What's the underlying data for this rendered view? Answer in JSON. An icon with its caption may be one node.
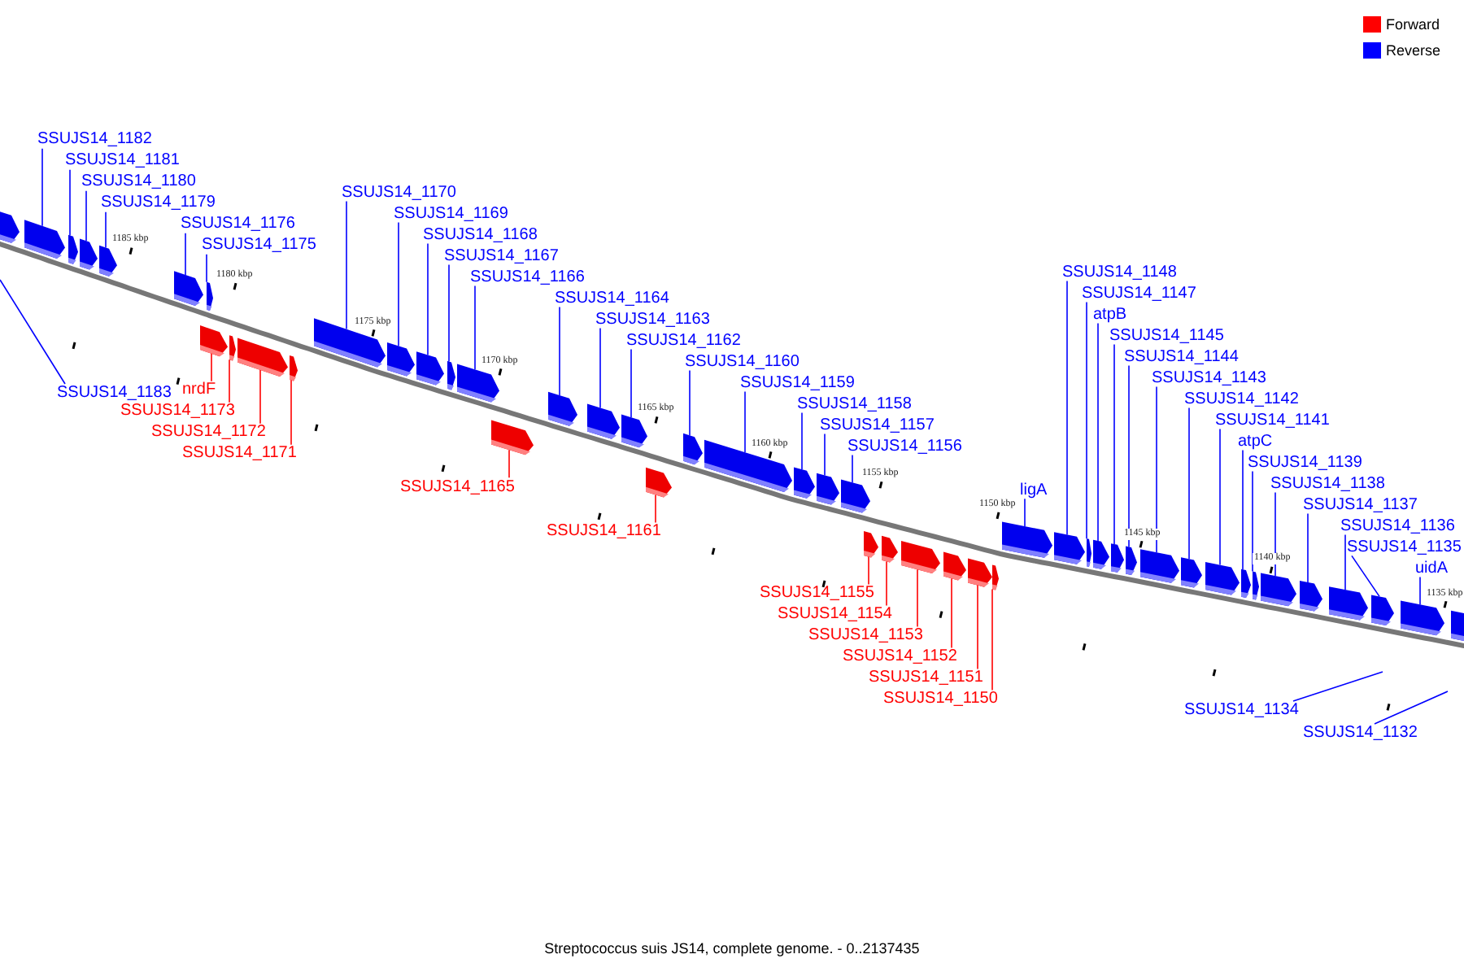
{
  "diagram": {
    "caption": "Streptococcus suis JS14, complete genome. - 0..2137435",
    "nodes": [
      {
        "text": [
          "SSUJS14_1182"
        ]
      },
      {
        "text": [
          "SSUJS14_1181"
        ]
      },
      {
        "text": [
          "SSUJS14_1180"
        ]
      },
      {
        "text": [
          "SSUJS14_1179"
        ]
      },
      {
        "text": [
          "SSUJS14_1176"
        ]
      },
      {
        "text": [
          "SSUJS14_1175"
        ]
      },
      {
        "text": [
          "SSUJS14_1168"
        ]
      },
      {
        "text": [
          "SSUJS14_1167"
        ]
      },
      {
        "text": [
          "SSUJS14_1166"
        ]
      },
      {
        "text": [
          "SSUJS14_1170"
        ]
      },
      {
        "text": [
          "SSUJS14_1169"
        ]
      },
      {
        "text": [
          "SSUJS14_1163"
        ]
      },
      {
        "text": [
          "SSUJS14_1162"
        ]
      },
      {
        "text": [
          "SSUJS14_1164"
        ]
      },
      {
        "text": [
          "SSUJS14_1160"
        ]
      },
      {
        "text": [
          "SSUJS14_1159"
        ]
      },
      {
        "text": [
          "SSUJS14_1158"
        ]
      },
      {
        "text": [
          "SSUJS14_1157"
        ]
      },
      {
        "text": [
          "SSUJS14_1156"
        ]
      },
      {
        "text": [
          "ligA"
        ]
      },
      {
        "text": [
          "SSUJS14_1148"
        ]
      },
      {
        "text": [
          "SSUJS14_1147"
        ]
      },
      {
        "text": [
          "atpB"
        ]
      },
      {
        "text": [
          "SSUJS14_1145"
        ]
      },
      {
        "text": [
          "SSUJS14_1144"
        ]
      },
      {
        "text": [
          "SSUJS14_1143"
        ]
      },
      {
        "text": [
          "SSUJS14_1142"
        ]
      },
      {
        "text": [
          "SSUJS14_1141"
        ]
      },
      {
        "text": [
          "atpC"
        ]
      },
      {
        "text": [
          "SSUJS14_1139"
        ]
      },
      {
        "text": [
          "SSUJS14_1138"
        ]
      },
      {
        "text": [
          "SSUJS14_1137"
        ]
      },
      {
        "text": [
          "SSUJS14_1136"
        ]
      },
      {
        "text": [
          "SSUJS14_1135"
        ]
      },
      {
        "text": [
          "uidA"
        ]
      },
      {
        "text": [
          "SSUJS14_1183"
        ]
      },
      {
        "text": [
          "SSUJS14_1134"
        ]
      },
      {
        "text": [
          "SSUJS14_1132"
        ]
      },
      {
        "text": [
          "nrdF"
        ]
      },
      {
        "text": [
          "SSUJS14_1173"
        ]
      },
      {
        "text": [
          "SSUJS14_1172"
        ]
      },
      {
        "text": [
          "SSUJS14_1171"
        ]
      },
      {
        "text": [
          "SSUJS14_1165"
        ]
      },
      {
        "text": [
          "SSUJS14_1161"
        ]
      },
      {
        "text": [
          "SSUJS14_1155"
        ]
      },
      {
        "text": [
          "SSUJS14_1154"
        ]
      },
      {
        "text": [
          "SSUJS14_1153"
        ]
      },
      {
        "text": [
          "SSUJS14_1152"
        ]
      },
      {
        "text": [
          "SSUJS14_1151"
        ]
      },
      {
        "text": [
          "SSUJS14_1150"
        ]
      },
      {
        "text": [],
        "shape": "box"
      },
      {
        "text": [],
        "shape": "box"
      },
      {
        "text": [],
        "shape": "box"
      },
      {
        "text": [],
        "shape": "box"
      },
      {
        "text": [],
        "shape": "box"
      },
      {
        "text": [],
        "shape": "box"
      },
      {
        "text": [],
        "shape": "box"
      },
      {
        "text": [],
        "shape": "box"
      },
      {
        "text": [],
        "shape": "box"
      },
      {
        "text": [],
        "shape": "box"
      },
      {
        "text": [],
        "shape": "box"
      },
      {
        "text": [],
        "shape": "box"
      },
      {
        "text": [],
        "shape": "box"
      },
      {
        "text": [],
        "shape": "box"
      },
      {
        "text": [],
        "shape": "box"
      },
      {
        "text": [],
        "shape": "box"
      },
      {
        "text": [],
        "shape": "box"
      },
      {
        "text": [],
        "shape": "box"
      },
      {
        "text": [],
        "shape": "box"
      },
      {
        "text": [],
        "shape": "box"
      },
      {
        "text": [],
        "shape": "box"
      },
      {
        "text": [],
        "shape": "box"
      },
      {
        "text": [],
        "shape": "box"
      },
      {
        "text": [],
        "shape": "box"
      },
      {
        "text": [],
        "shape": "box"
      },
      {
        "text": [],
        "shape": "box"
      },
      {
        "text": [],
        "shape": "box"
      },
      {
        "text": [],
        "shape": "box"
      },
      {
        "text": [],
        "shape": "box"
      },
      {
        "text": [],
        "shape": "box"
      },
      {
        "text": [],
        "shape": "box"
      },
      {
        "text": [],
        "shape": "box"
      },
      {
        "text": [],
        "shape": "box"
      },
      {
        "text": [],
        "shape": "box"
      },
      {
        "text": [],
        "shape": "box"
      },
      {
        "text": [],
        "shape": "box"
      },
      {
        "text": [],
        "shape": "box"
      },
      {
        "text": [],
        "shape": "box"
      },
      {
        "text": [],
        "shape": "box"
      },
      {
        "text": [],
        "shape": "box"
      },
      {
        "text": [],
        "shape": "box"
      },
      {
        "text": [],
        "shape": "box"
      },
      {
        "text": [],
        "shape": "box"
      },
      {
        "text": [],
        "shape": "box"
      },
      {
        "text": [],
        "shape": "box"
      },
      {
        "text": [],
        "shape": "box"
      },
      {
        "text": [],
        "shape": "box"
      },
      {
        "text": [],
        "shape": "box"
      },
      {
        "text": [],
        "shape": "box"
      }
    ],
    "edges": [
      {
        "from": 0,
        "to": 51,
        "arrow": "none"
      },
      {
        "from": 1,
        "to": 52,
        "arrow": "none"
      },
      {
        "from": 2,
        "to": 53,
        "arrow": "none"
      },
      {
        "from": 3,
        "to": 54,
        "arrow": "none"
      },
      {
        "from": 4,
        "to": 55,
        "arrow": "none"
      },
      {
        "from": 5,
        "to": 57,
        "arrow": "none"
      },
      {
        "from": 6,
        "to": 63,
        "arrow": "none"
      },
      {
        "from": 7,
        "to": 64,
        "arrow": "none"
      },
      {
        "from": 8,
        "to": 65,
        "arrow": "none"
      },
      {
        "from": 9,
        "to": 61,
        "arrow": "none"
      },
      {
        "from": 10,
        "to": 62,
        "arrow": "none"
      },
      {
        "from": 11,
        "to": 68,
        "arrow": "none"
      },
      {
        "from": 12,
        "to": 69,
        "arrow": "none"
      },
      {
        "from": 13,
        "to": 67,
        "arrow": "none"
      },
      {
        "from": 14,
        "to": 71,
        "arrow": "none"
      },
      {
        "from": 15,
        "to": 72,
        "arrow": "none"
      },
      {
        "from": 16,
        "to": 73,
        "arrow": "none"
      },
      {
        "from": 17,
        "to": 74,
        "arrow": "none"
      },
      {
        "from": 18,
        "to": 75,
        "arrow": "none"
      },
      {
        "from": 19,
        "to": 82,
        "arrow": "none"
      },
      {
        "from": 20,
        "to": 83,
        "arrow": "none"
      },
      {
        "from": 21,
        "to": 84,
        "arrow": "none"
      },
      {
        "from": 22,
        "to": 85,
        "arrow": "none"
      },
      {
        "from": 23,
        "to": 86,
        "arrow": "none"
      },
      {
        "from": 24,
        "to": 87,
        "arrow": "none"
      },
      {
        "from": 25,
        "to": 88,
        "arrow": "none"
      },
      {
        "from": 26,
        "to": 89,
        "arrow": "none"
      },
      {
        "from": 27,
        "to": 90,
        "arrow": "none"
      },
      {
        "from": 28,
        "to": 91,
        "arrow": "none"
      },
      {
        "from": 29,
        "to": 92,
        "arrow": "none"
      },
      {
        "from": 30,
        "to": 93,
        "arrow": "none"
      },
      {
        "from": 31,
        "to": 94,
        "arrow": "none"
      },
      {
        "from": 32,
        "to": 95,
        "arrow": "none"
      },
      {
        "from": 33,
        "to": 96,
        "arrow": "none"
      },
      {
        "from": 34,
        "to": 97,
        "arrow": "none"
      },
      {
        "from": 35,
        "to": null,
        "arrow": "none"
      },
      {
        "from": 36,
        "to": null,
        "arrow": "none"
      },
      {
        "from": 37,
        "to": null,
        "arrow": "none"
      },
      {
        "from": 38,
        "to": 56,
        "arrow": "none",
        "color": "#ff0000"
      },
      {
        "from": 39,
        "to": 58,
        "arrow": "none",
        "color": "#ff0000"
      },
      {
        "from": 40,
        "to": 59,
        "arrow": "none",
        "color": "#ff0000"
      },
      {
        "from": 41,
        "to": 60,
        "arrow": "none",
        "color": "#ff0000"
      },
      {
        "from": 42,
        "to": 66,
        "arrow": "none",
        "color": "#ff0000"
      },
      {
        "from": 43,
        "to": 70,
        "arrow": "none",
        "color": "#ff0000"
      },
      {
        "from": 44,
        "to": 76,
        "arrow": "none",
        "color": "#ff0000"
      },
      {
        "from": 45,
        "to": 77,
        "arrow": "none",
        "color": "#ff0000"
      },
      {
        "from": 46,
        "to": 78,
        "arrow": "none",
        "color": "#ff0000"
      },
      {
        "from": 47,
        "to": 79,
        "arrow": "none",
        "color": "#ff0000"
      },
      {
        "from": 48,
        "to": 80,
        "arrow": "none",
        "color": "#ff0000"
      },
      {
        "from": 49,
        "to": 81,
        "arrow": "none",
        "color": "#ff0000"
      }
    ],
    "labels": [
      "1185 kbp",
      "1180 kbp",
      "1175 kbp",
      "1170 kbp",
      "1165 kbp",
      "1160 kbp",
      "1155 kbp",
      "1150 kbp",
      "1145 kbp",
      "1140 kbp",
      "1135 kbp"
    ],
    "legend": [
      {
        "text": "Forward",
        "color": "#ff0000"
      },
      {
        "text": "Reverse",
        "color": "#0000ff"
      }
    ]
  }
}
